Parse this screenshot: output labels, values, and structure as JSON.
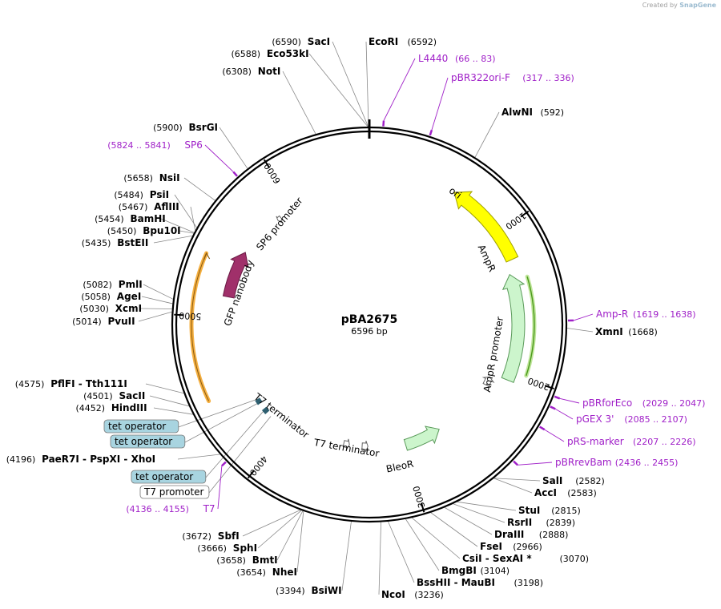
{
  "credit": {
    "prefix": "Created by",
    "brand": "SnapGene"
  },
  "plasmid": {
    "name": "pBA2675",
    "length_label": "6596 bp",
    "length": 6596
  },
  "ticks": [
    {
      "label": "1000",
      "pos": 1000
    },
    {
      "label": "2000",
      "pos": 2000
    },
    {
      "label": "3000",
      "pos": 3000
    },
    {
      "label": "4000",
      "pos": 4000
    },
    {
      "label": "5000",
      "pos": 5000
    },
    {
      "label": "6000",
      "pos": 6000
    }
  ],
  "features": [
    {
      "name": "ori",
      "start": 600,
      "end": 1200,
      "direction": "reverse",
      "color": "#ffff00",
      "stroke": "#a0a000"
    },
    {
      "name": "AmpR",
      "start": 1290,
      "end": 2050,
      "direction": "reverse",
      "color": "#ccf5cc",
      "stroke": "#5a9a5a"
    },
    {
      "name": "AmpR promoter",
      "start": 2080,
      "end": 2150,
      "direction": "reverse",
      "color": "#ffffff",
      "stroke": "#666666"
    },
    {
      "name": "BleoR",
      "start": 2680,
      "end": 2990,
      "direction": "reverse",
      "color": "#ccf5cc",
      "stroke": "#5a9a5a"
    },
    {
      "name": "T7 terminator",
      "start": 3310,
      "end": 3360,
      "direction": "reverse",
      "color": "#ffffff",
      "stroke": "#666666"
    },
    {
      "name": "T7 terminator",
      "start": 3470,
      "end": 3520,
      "direction": "reverse",
      "color": "#ffffff",
      "stroke": "#666666"
    },
    {
      "name": "GFP nanobody",
      "start": 5150,
      "end": 5500,
      "direction": "forward",
      "color": "#a0306a",
      "stroke": "#6a1a44"
    },
    {
      "name": "SP6 promoter",
      "start": 5840,
      "end": 5870,
      "direction": "reverse",
      "color": "#ffffff",
      "stroke": "#666666"
    }
  ],
  "operator_bars": [
    {
      "start": 4200,
      "end": 4240
    },
    {
      "start": 4290,
      "end": 4330
    }
  ],
  "sites": [
    {
      "name": "SacI",
      "pos_label": "(6590)",
      "pos": 6590
    },
    {
      "name": "EcoRI",
      "pos_label": "(6592)",
      "pos": 6592
    },
    {
      "name": "Eco53kI",
      "pos_label": "(6588)",
      "pos": 6588
    },
    {
      "name": "NotI",
      "pos_label": "(6308)",
      "pos": 6308
    },
    {
      "name": "AlwNI",
      "pos_label": "(592)",
      "pos": 592
    },
    {
      "name": "BsrGI",
      "pos_label": "(5900)",
      "pos": 5900
    },
    {
      "name": "NsiI",
      "pos_label": "(5658)",
      "pos": 5658
    },
    {
      "name": "PsiI",
      "pos_label": "(5484)",
      "pos": 5484
    },
    {
      "name": "AflIII",
      "pos_label": "(5467)",
      "pos": 5467
    },
    {
      "name": "BamHI",
      "pos_label": "(5454)",
      "pos": 5454
    },
    {
      "name": "Bpu10I",
      "pos_label": "(5450)",
      "pos": 5450
    },
    {
      "name": "BstEII",
      "pos_label": "(5435)",
      "pos": 5435
    },
    {
      "name": "PmlI",
      "pos_label": "(5082)",
      "pos": 5082
    },
    {
      "name": "AgeI",
      "pos_label": "(5058)",
      "pos": 5058
    },
    {
      "name": "XcmI",
      "pos_label": "(5030)",
      "pos": 5030
    },
    {
      "name": "PvuII",
      "pos_label": "(5014)",
      "pos": 5014
    },
    {
      "name": "XmnI",
      "pos_label": "(1668)",
      "pos": 1668
    },
    {
      "name": "PflFI  - Tth111I",
      "pos_label": "(4575)",
      "pos": 4575
    },
    {
      "name": "SacII",
      "pos_label": "(4501)",
      "pos": 4501
    },
    {
      "name": "HindIII",
      "pos_label": "(4452)",
      "pos": 4452
    },
    {
      "name": "PaeR7I  - PspXI  - XhoI",
      "pos_label": "(4196)",
      "pos": 4196
    },
    {
      "name": "SalI",
      "pos_label": "(2582)",
      "pos": 2582
    },
    {
      "name": "AccI",
      "pos_label": "(2583)",
      "pos": 2583
    },
    {
      "name": "StuI",
      "pos_label": "(2815)",
      "pos": 2815
    },
    {
      "name": "RsrII",
      "pos_label": "(2839)",
      "pos": 2839
    },
    {
      "name": "DraIII",
      "pos_label": "(2888)",
      "pos": 2888
    },
    {
      "name": "FseI",
      "pos_label": "(2966)",
      "pos": 2966
    },
    {
      "name": "CsiI  - SexAI *",
      "pos_label": "(3070)",
      "pos": 3070
    },
    {
      "name": "BmgBI",
      "pos_label": "(3104)",
      "pos": 3104
    },
    {
      "name": "BssHII  - MauBI",
      "pos_label": "(3198)",
      "pos": 3198
    },
    {
      "name": "NcoI",
      "pos_label": "(3236)",
      "pos": 3236
    },
    {
      "name": "BsiWI",
      "pos_label": "(3394)",
      "pos": 3394
    },
    {
      "name": "NheI",
      "pos_label": "(3654)",
      "pos": 3654
    },
    {
      "name": "BmtI",
      "pos_label": "(3658)",
      "pos": 3658
    },
    {
      "name": "SphI",
      "pos_label": "(3666)",
      "pos": 3666
    },
    {
      "name": "SbfI",
      "pos_label": "(3672)",
      "pos": 3672
    }
  ],
  "primers": [
    {
      "name": "L4440",
      "range": "(66 .. 83)",
      "pos": 74
    },
    {
      "name": "pBR322ori-F",
      "range": "(317 .. 336)",
      "pos": 326
    },
    {
      "name": "SP6",
      "range": "(5824 .. 5841)",
      "pos": 5832
    },
    {
      "name": "Amp-R",
      "range": "(1619 .. 1638)",
      "pos": 1628
    },
    {
      "name": "pBRforEco",
      "range": "(2029 .. 2047)",
      "pos": 2038
    },
    {
      "name": "pGEX 3'",
      "range": "(2085 .. 2107)",
      "pos": 2096
    },
    {
      "name": "pRS-marker",
      "range": "(2207 .. 2226)",
      "pos": 2216
    },
    {
      "name": "pBRrevBam",
      "range": "(2436 .. 2455)",
      "pos": 2445
    },
    {
      "name": "T7",
      "range": "(4136 .. 4155)",
      "pos": 4145
    }
  ],
  "boxed_features": [
    {
      "name": "tet operator",
      "style": "operator",
      "fill": "#a8d4e0",
      "pos": 4330
    },
    {
      "name": "tet operator",
      "style": "operator",
      "fill": "#a8d4e0",
      "pos": 4300
    },
    {
      "name": "tet operator",
      "style": "operator",
      "fill": "#a8d4e0",
      "pos": 4230
    },
    {
      "name": "T7 promoter",
      "style": "promoter",
      "fill": "#ffffff",
      "pos": 4160
    }
  ],
  "colors": {
    "backbone": "#000000",
    "primer": "#a020c8",
    "ori": "#ffff00",
    "ampr": "#ccf5cc",
    "gfp_nanobody": "#a0306a",
    "tet_operator": "#a8d4e0",
    "orange_arc": "#f5b041",
    "green_arc": "#4a9a1a"
  }
}
